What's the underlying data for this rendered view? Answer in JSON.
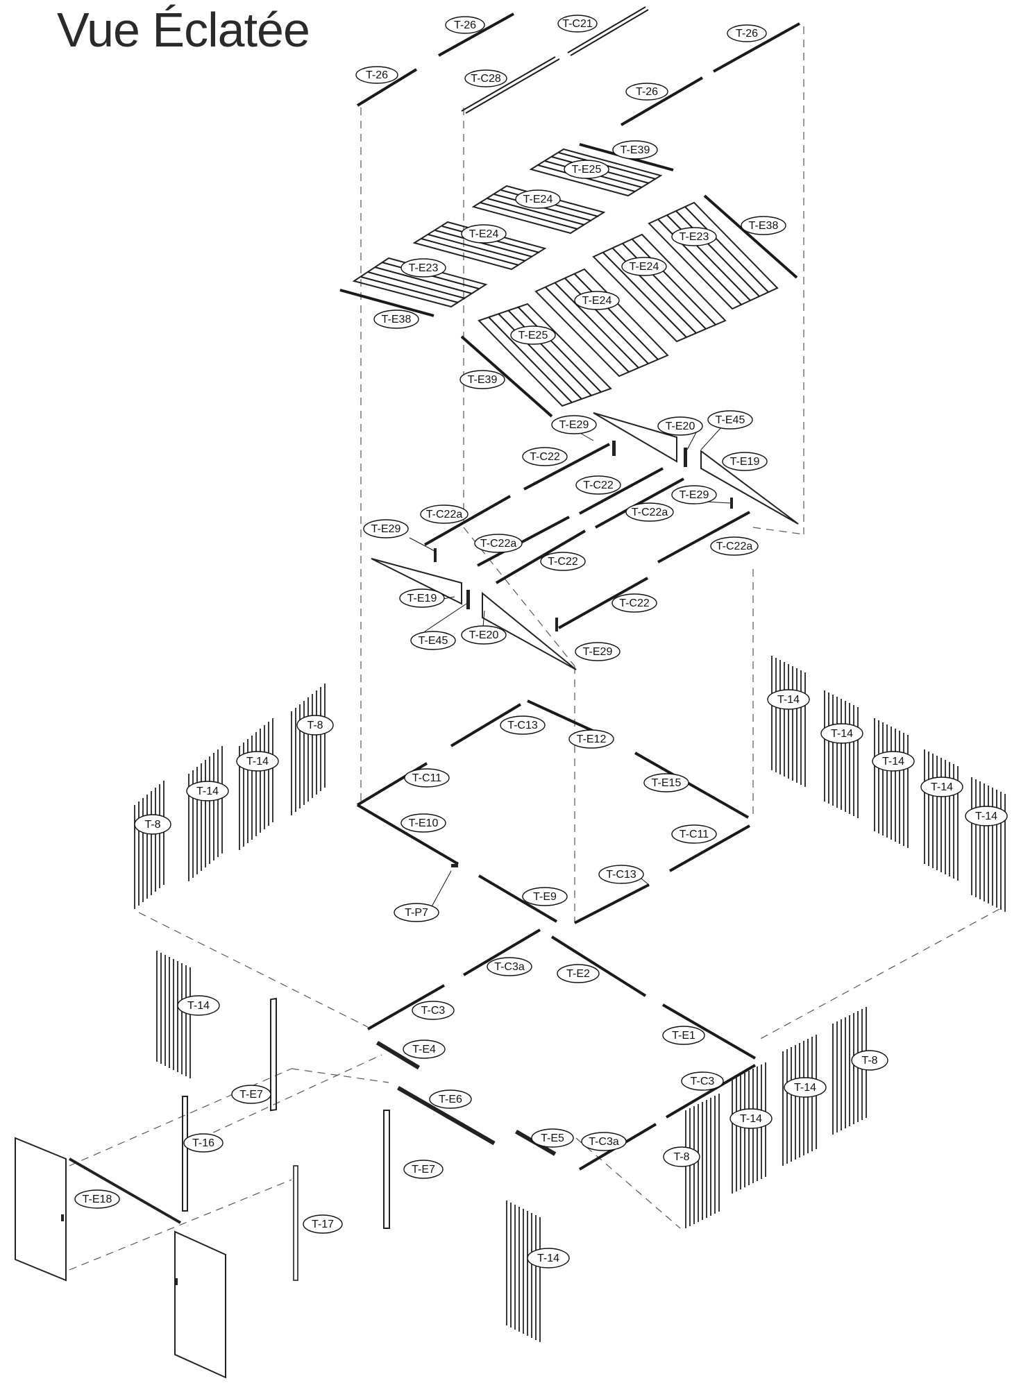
{
  "title": "Vue Éclatée",
  "parts": {
    "roof_rail_26": "T-26",
    "roof_cap_c21": "T-C21",
    "roof_cap_c28": "T-C28",
    "roof_rail_e39": "T-E39",
    "roof_panel_e25": "T-E25",
    "roof_panel_e24": "T-E24",
    "roof_rail_e38": "T-E38",
    "roof_panel_e23": "T-E23",
    "gable_e29": "T-E29",
    "gable_e20": "T-E20",
    "gable_e45": "T-E45",
    "gable_e19": "T-E19",
    "purlin_c22": "T-C22",
    "purlin_c22a": "T-C22a",
    "frame_c13": "T-C13",
    "frame_e12": "T-E12",
    "frame_c11": "T-C11",
    "frame_e15": "T-E15",
    "frame_e10": "T-E10",
    "frame_e9": "T-E9",
    "frame_p7": "T-P7",
    "wall_8": "T-8",
    "wall_14": "T-14",
    "base_c3a": "T-C3a",
    "base_e2": "T-E2",
    "base_c3": "T-C3",
    "base_e1": "T-E1",
    "base_e4": "T-E4",
    "base_e6": "T-E6",
    "base_e5": "T-E5",
    "door_e7": "T-E7",
    "door_16": "T-16",
    "door_17": "T-17",
    "door_e18": "T-E18"
  }
}
